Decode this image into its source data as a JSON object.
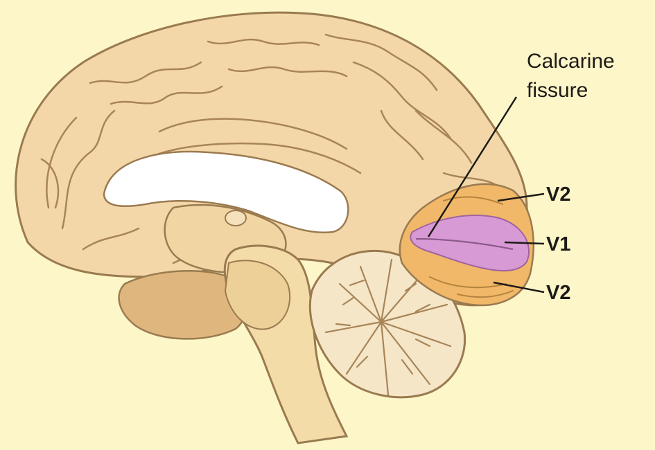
{
  "figure": {
    "background_color": "#fdf6c9",
    "colors": {
      "cortex": "#f3d7a8",
      "cortex_outline": "#9a7a4f",
      "midbrain": "#edd3a2",
      "cerebellum": "#f5e6c8",
      "v2": "#f0b868",
      "v1": "#d79ad4",
      "corpus_callosum_gap": "#ffffff"
    },
    "labels": {
      "calcarine_line1": "Calcarine",
      "calcarine_line2": "fissure",
      "v2_upper": "V2",
      "v1": "V1",
      "v2_lower": "V2"
    }
  }
}
